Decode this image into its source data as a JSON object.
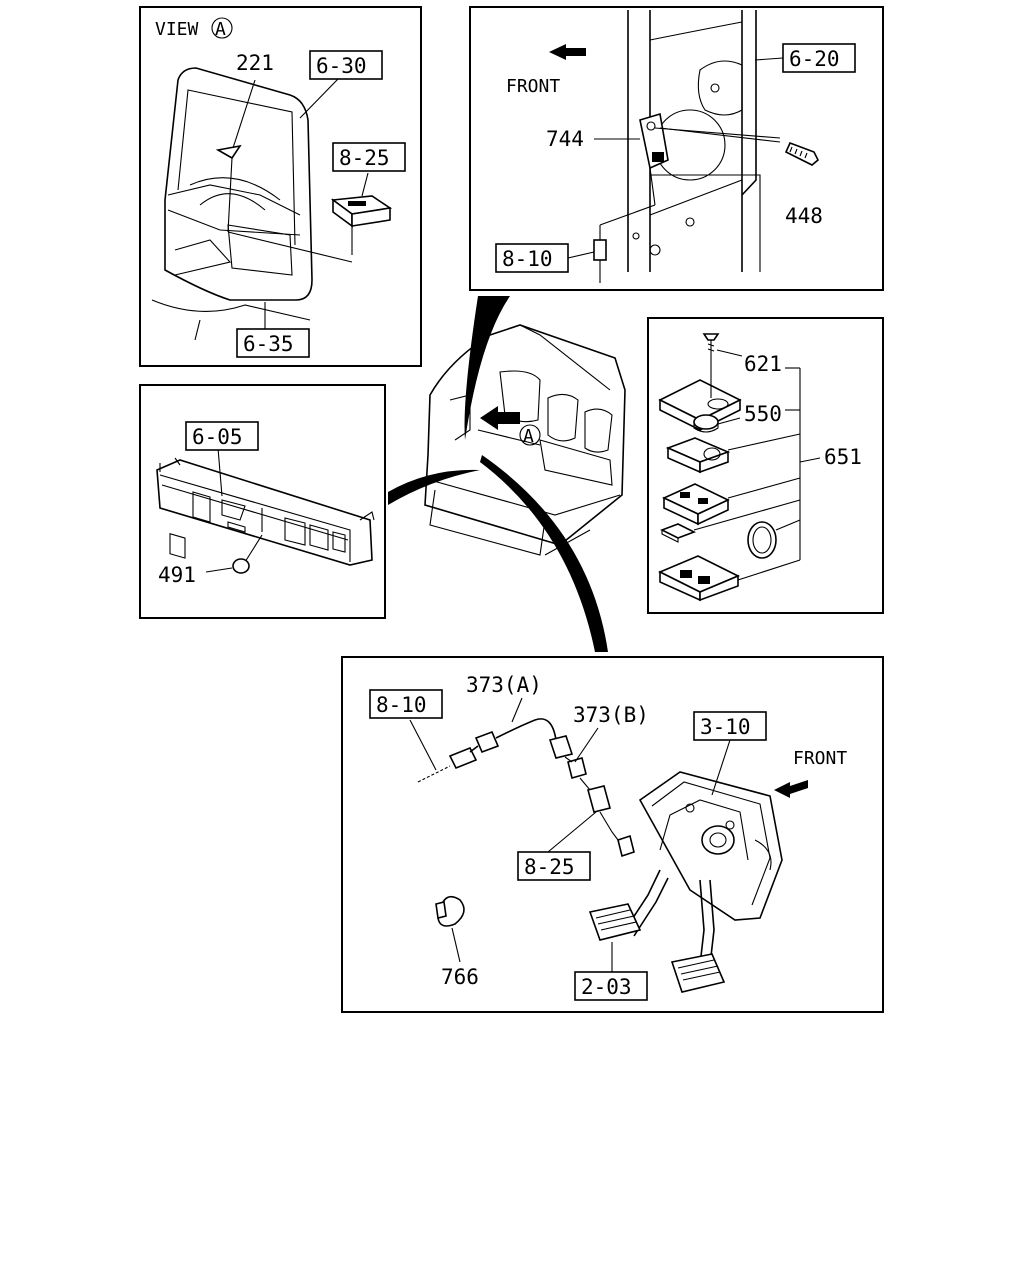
{
  "view_label": "VIEW",
  "view_letter": "A",
  "front_label_1": "FRONT",
  "front_label_2": "FRONT",
  "refs": {
    "r630": "6-30",
    "r825a": "8-25",
    "r635": "6-35",
    "r620": "6-20",
    "r810a": "8-10",
    "r605": "6-05",
    "r810b": "8-10",
    "r310": "3-10",
    "r825b": "8-25",
    "r203": "2-03"
  },
  "parts": {
    "p221": "221",
    "p744": "744",
    "p448": "448",
    "p621": "621",
    "p550": "550",
    "p651": "651",
    "p491": "491",
    "p373a": "373(A)",
    "p373b": "373(B)",
    "p766": "766"
  }
}
